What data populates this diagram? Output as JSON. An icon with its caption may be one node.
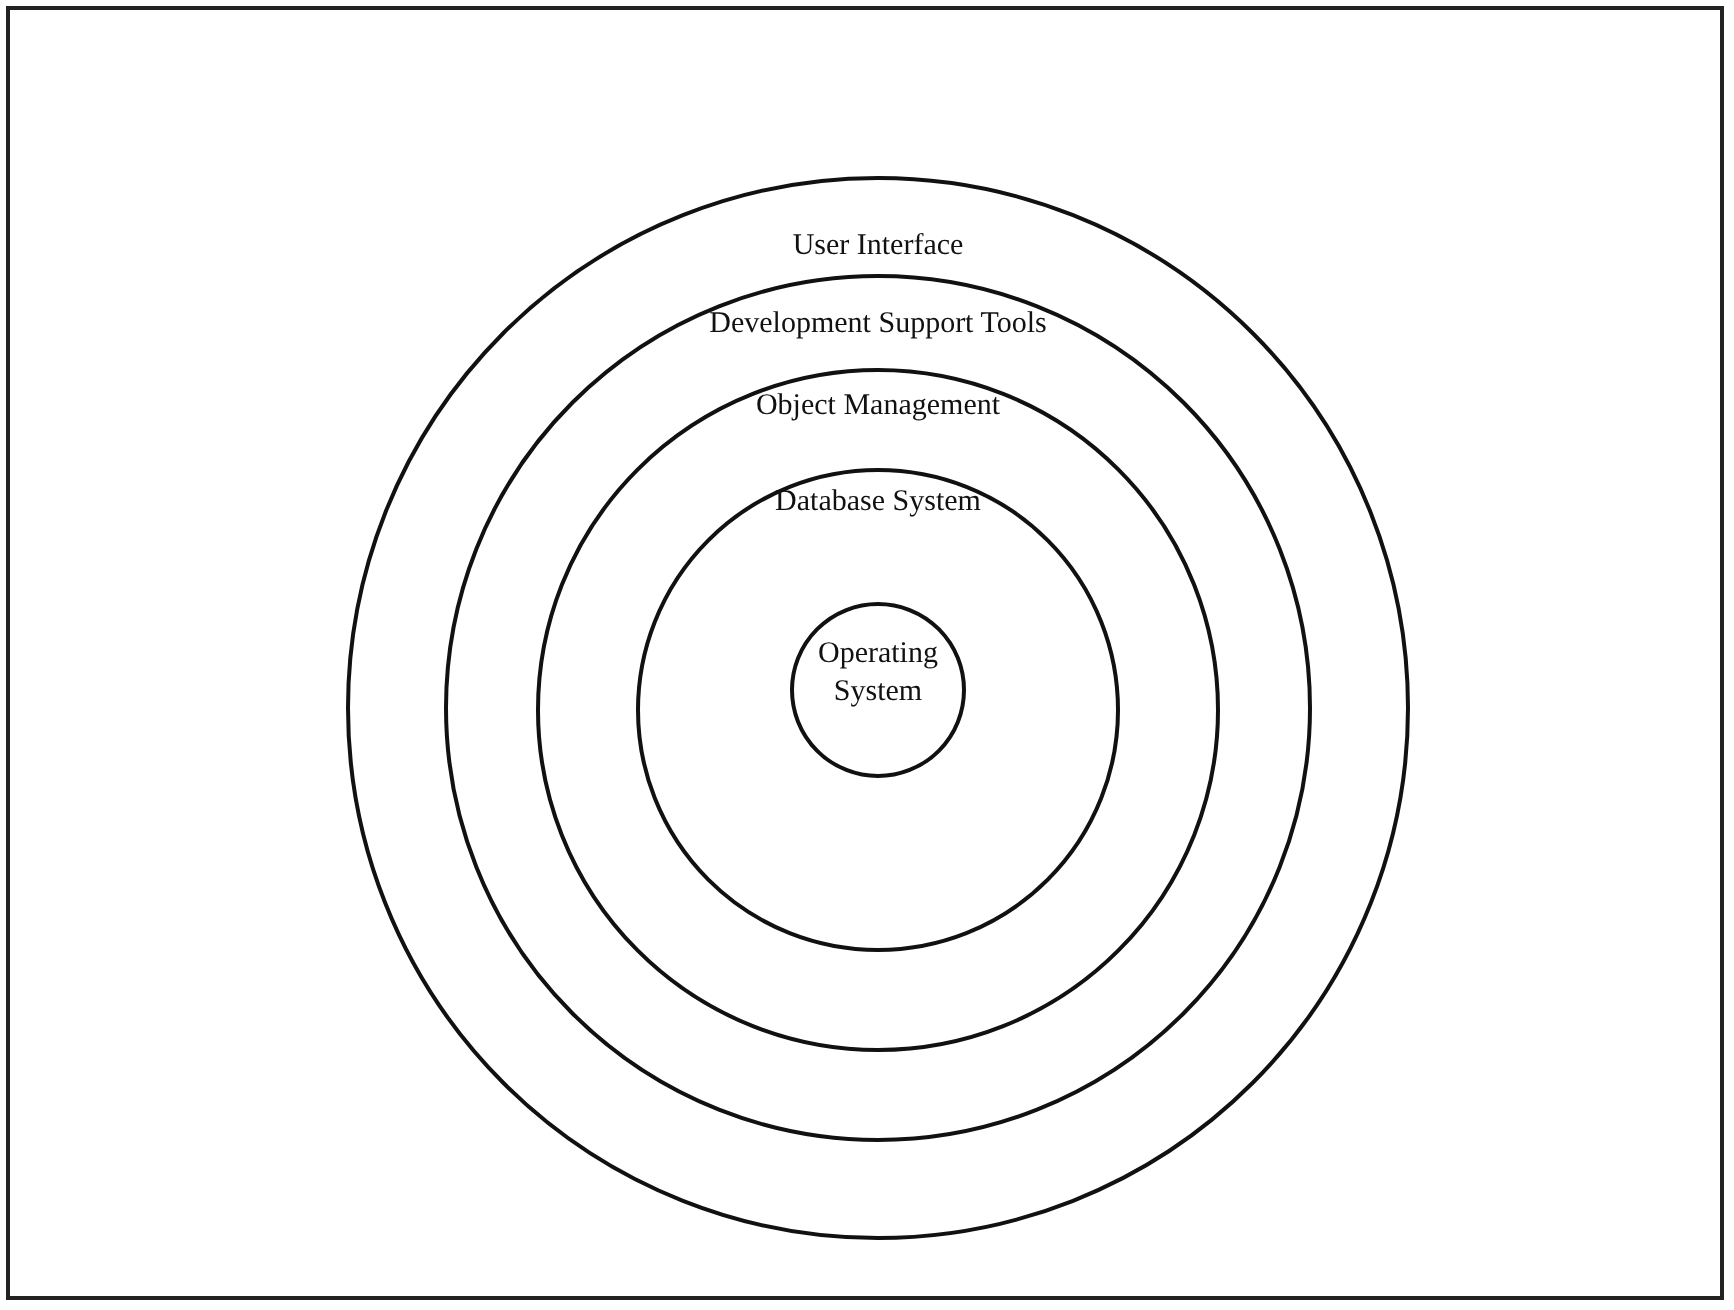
{
  "diagram": {
    "nodes": [
      {
        "text": [
          "User Interface"
        ]
      },
      {
        "text": [
          "Development Support Tools"
        ],
        "in": 0
      },
      {
        "text": [
          "Object Management"
        ],
        "in": 1
      },
      {
        "text": [
          "Database System"
        ],
        "in": 2
      },
      {
        "text": [
          "Operating System"
        ],
        "in": 3
      }
    ]
  }
}
